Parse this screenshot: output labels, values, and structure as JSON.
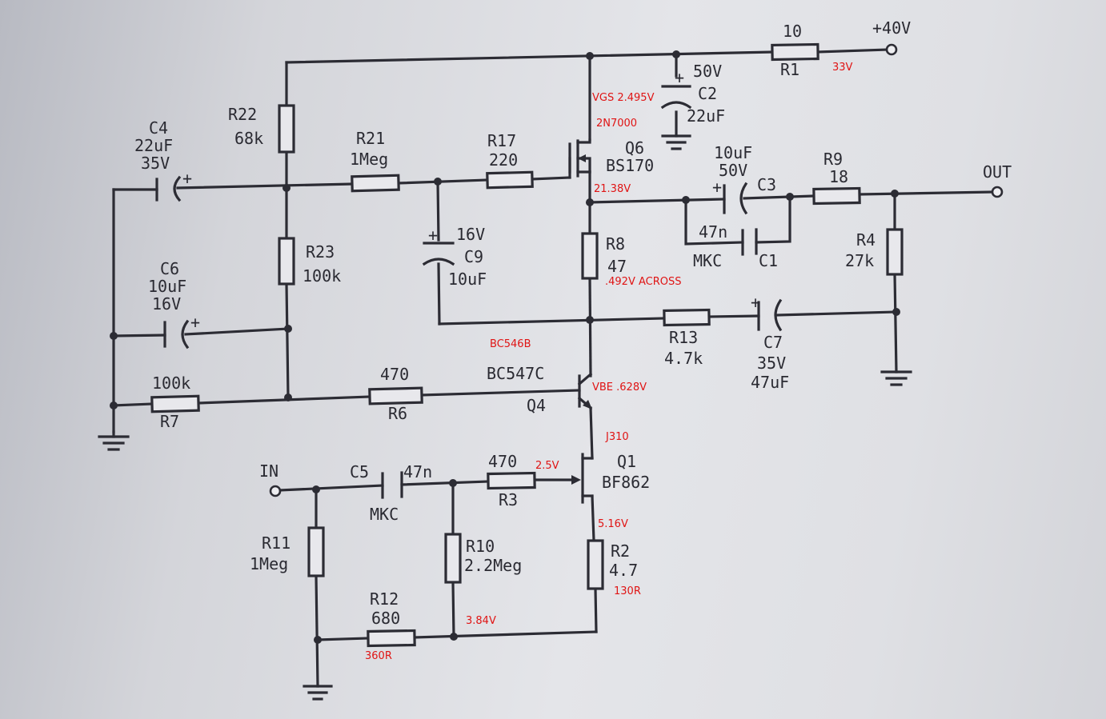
{
  "labels": {
    "c4": {
      "name": "C4",
      "value": "22uF",
      "volt": "35V"
    },
    "c6": {
      "name": "C6",
      "value": "10uF",
      "volt": "16V"
    },
    "r22": {
      "name": "R22",
      "value": "68k"
    },
    "r23": {
      "name": "R23",
      "value": "100k"
    },
    "r21": {
      "name": "R21",
      "value": "1Meg"
    },
    "r17": {
      "name": "R17",
      "value": "220"
    },
    "c9": {
      "name": "C9",
      "value": "10uF",
      "volt": "16V"
    },
    "r7": {
      "name": "R7",
      "value": "100k"
    },
    "r6": {
      "name": "R6",
      "value": "470"
    },
    "q6": {
      "name": "Q6",
      "value": "BS170"
    },
    "q4": {
      "name": "Q4",
      "value": "BC547C"
    },
    "q1": {
      "name": "Q1",
      "value": "BF862"
    },
    "r8": {
      "name": "R8",
      "value": "47"
    },
    "r13": {
      "name": "R13",
      "value": "4.7k"
    },
    "c7": {
      "name": "C7",
      "value": "47uF",
      "volt": "35V"
    },
    "r1": {
      "name": "R1",
      "value": "10"
    },
    "c2": {
      "name": "C2",
      "value": "22uF",
      "volt": "50V"
    },
    "c3": {
      "name": "C3",
      "value": "10uF",
      "volt": "50V"
    },
    "c1": {
      "name": "C1",
      "value": "47n",
      "type": "MKC"
    },
    "r9": {
      "name": "R9",
      "value": "18"
    },
    "r4": {
      "name": "R4",
      "value": "27k"
    },
    "c5": {
      "name": "C5",
      "value": "47n",
      "type": "MKC"
    },
    "r3": {
      "name": "R3",
      "value": "470"
    },
    "r11": {
      "name": "R11",
      "value": "1Meg"
    },
    "r10": {
      "name": "R10",
      "value": "2.2Meg"
    },
    "r12": {
      "name": "R12",
      "value": "680"
    },
    "r2": {
      "name": "R2",
      "value": "4.7"
    },
    "supply": "+40V",
    "in": "IN",
    "out": "OUT"
  },
  "annotations": {
    "r1_drop": "33V",
    "vgs": "VGS 2.495V",
    "q6_sub": "2N7000",
    "q6_source": "21.38V",
    "r8_across": ".492V ACROSS",
    "q4_sub": "BC546B",
    "vbe": "VBE .628V",
    "q1_sub": "J310",
    "q1_gate": "2.5V",
    "q1_source": "5.16V",
    "r2_sub": "130R",
    "r12_sub": "360R",
    "r10_node": "3.84V"
  },
  "colors": {
    "ink": "#2c2c34",
    "annotation": "#e01414"
  }
}
